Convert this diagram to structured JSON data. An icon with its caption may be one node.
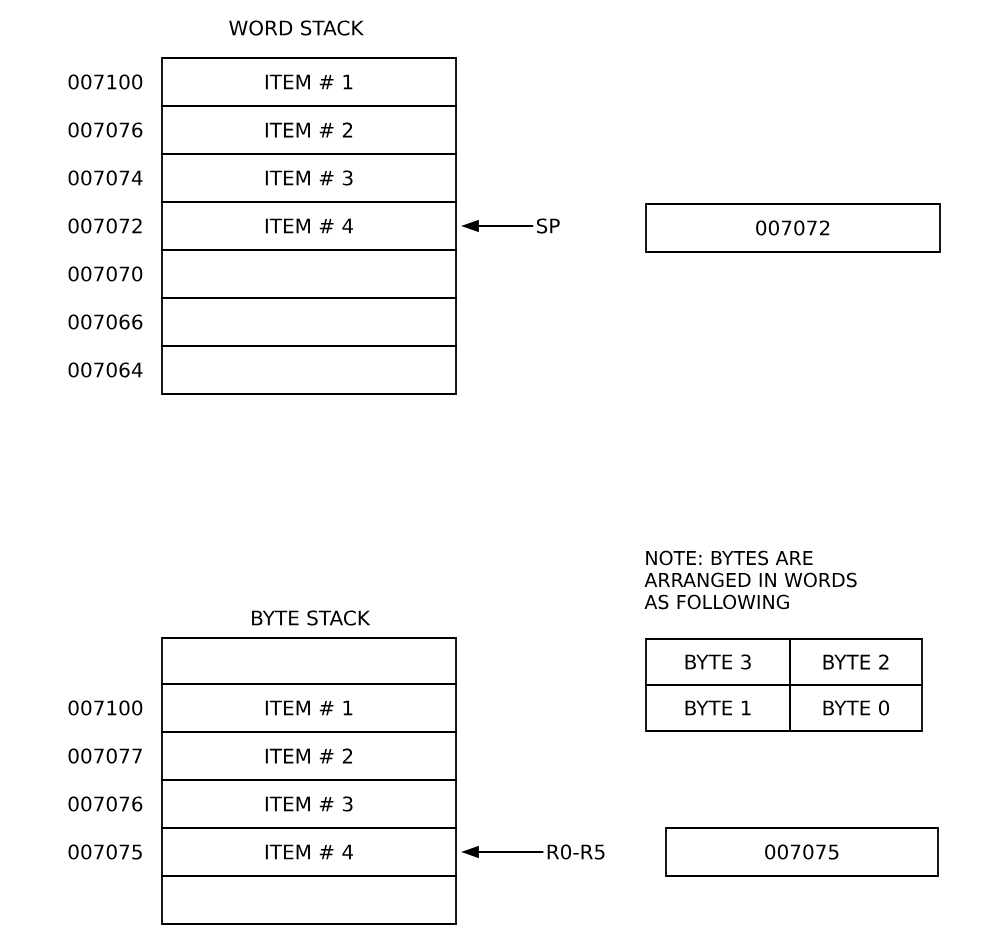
{
  "diagram": {
    "nodes": [
      {
        "text": [
          "ITEM # 1"
        ]
      },
      {
        "text": [
          "ITEM # 2"
        ]
      },
      {
        "text": [
          "ITEM # 3"
        ]
      },
      {
        "text": [
          "ITEM # 4"
        ]
      },
      {
        "text": [],
        "shape": "box"
      },
      {
        "text": [],
        "shape": "box"
      },
      {
        "text": [],
        "shape": "box"
      },
      {
        "text": [
          "SP"
        ]
      },
      {
        "text": [
          "007072"
        ]
      },
      {
        "text": [
          "BYTE 3"
        ]
      },
      {
        "text": [
          "BYTE 2"
        ]
      },
      {
        "text": [
          "BYTE 1"
        ]
      },
      {
        "text": [
          "BYTE 0"
        ]
      },
      {
        "text": [],
        "shape": "box"
      },
      {
        "text": [
          "ITEM # 1"
        ]
      },
      {
        "text": [
          "ITEM # 2"
        ]
      },
      {
        "text": [
          "ITEM # 3"
        ]
      },
      {
        "text": [
          "ITEM # 4"
        ]
      },
      {
        "text": [],
        "shape": "box"
      },
      {
        "text": [
          "R0-R5"
        ]
      },
      {
        "text": [
          "007075"
        ]
      }
    ],
    "edges": [
      {
        "from": 7,
        "to": 3,
        "arrow": "to"
      },
      {
        "from": 19,
        "to": 17,
        "arrow": "to"
      }
    ],
    "labels": [
      "WORD STACK",
      "007100",
      "007076",
      "007074",
      "007072",
      "007070",
      "007066",
      "007064",
      "NOTE: BYTES ARE ARRANGED IN WORDS AS FOLLOWING",
      "BYTE STACK",
      "007100",
      "007077",
      "007076",
      "007075"
    ]
  }
}
